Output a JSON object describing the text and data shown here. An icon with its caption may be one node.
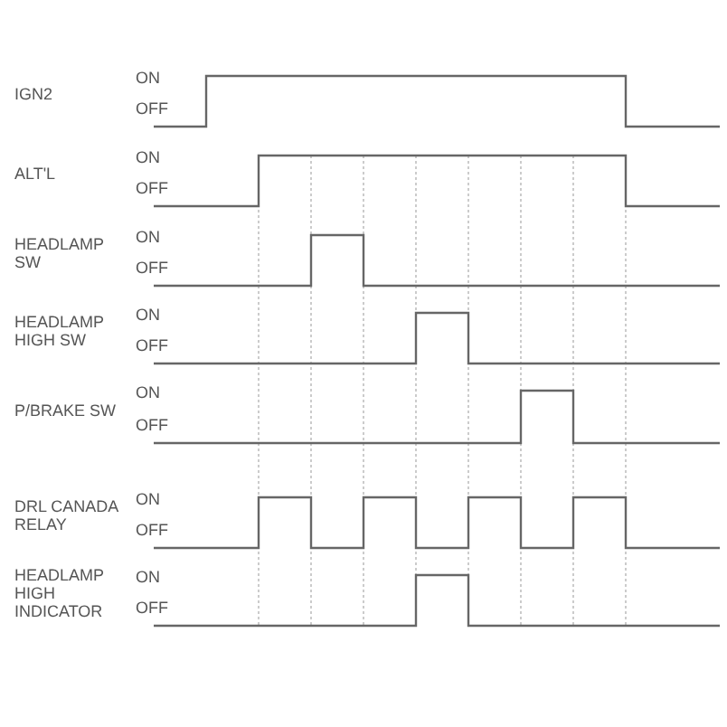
{
  "diagram": {
    "labels": [
      "IGN2",
      "ON",
      "OFF",
      "ALT'L",
      "ON",
      "OFF",
      "HEADLAMP SW",
      "ON",
      "OFF",
      "HEADLAMP HIGH SW",
      "ON",
      "OFF",
      "P/BRAKE SW",
      "ON",
      "OFF",
      "DRL CANADA RELAY",
      "ON",
      "OFF",
      "HEADLAMP HIGH INDICATOR",
      "ON",
      "OFF"
    ]
  }
}
